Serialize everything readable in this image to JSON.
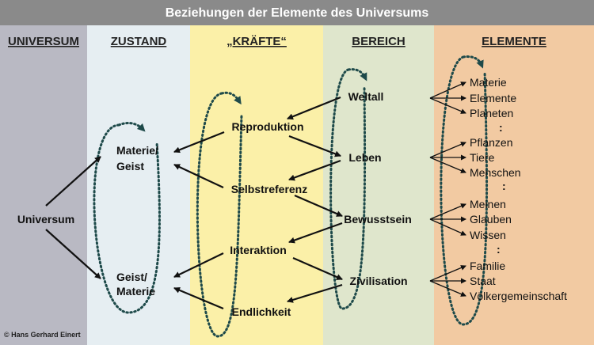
{
  "title": "Beziehungen der Elemente des Universums",
  "columns": {
    "universum": "UNIVERSUM",
    "zustand": "ZUSTAND",
    "kraefte": "„KRÄFTE“",
    "bereich": "BEREICH",
    "elemente": "ELEMENTE"
  },
  "colors": {
    "header": "#8a8a8a",
    "universum": "#b9b9c3",
    "zustand": "#e6eef2",
    "kraefte": "#fbf0a8",
    "bereich": "#dfe6cc",
    "elemente": "#f2caa2"
  },
  "universum": "Universum",
  "zustand": {
    "top": [
      "Materie/",
      "Geist"
    ],
    "bottom": [
      "Geist/",
      "Materie"
    ]
  },
  "kraefte": [
    "Reproduktion",
    "Selbstreferenz",
    "Interaktion",
    "Endlichkeit"
  ],
  "bereich": [
    "Weltall",
    "Leben",
    "Bewusstsein",
    "Zivilisation"
  ],
  "elemente": [
    [
      "Materie",
      "Elemente",
      "Planeten"
    ],
    [
      "Pflanzen",
      "Tiere",
      "Menschen"
    ],
    [
      "Meinen",
      "Glauben",
      "Wissen"
    ],
    [
      "Familie",
      "Staat",
      "Völkergemeinschaft"
    ]
  ],
  "ellipsis": ":",
  "copyright": "© Hans Gerhard Einert"
}
